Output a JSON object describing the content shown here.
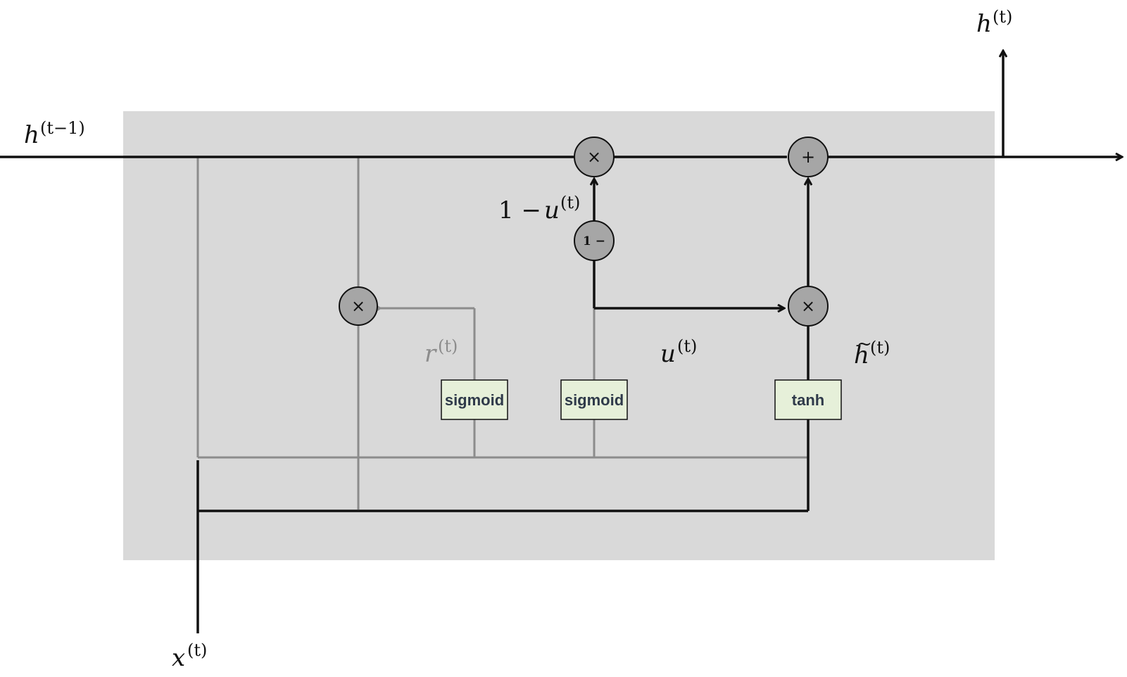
{
  "diagram": {
    "labels": {
      "h_prev_base": "h",
      "h_prev_sup": "(t−1)",
      "h_out_base": "h",
      "h_out_sup": "(t)",
      "x_in_base": "x",
      "x_in_sup": "(t)",
      "one_minus_u_prefix": "1 − ",
      "one_minus_u_base": "u",
      "one_minus_u_sup": "(t)",
      "r_base": "r",
      "r_sup": "(t)",
      "u_base": "u",
      "u_sup": "(t)",
      "htilde_base": "h",
      "htilde_tilde": "~",
      "htilde_sup": "(t)"
    },
    "boxes": {
      "reset_gate": "sigmoid",
      "update_gate": "sigmoid",
      "candidate": "tanh"
    },
    "ops": {
      "reset_mult": "×",
      "top_mult": "×",
      "update_mult": "×",
      "add": "+",
      "one_minus": "1 −"
    },
    "colors": {
      "cell_background": "#d9d9d9",
      "main_line": "#111111",
      "gate_line": "#8c8c8c",
      "node_fill": "#a6a6a6",
      "box_fill": "#e6f0d9",
      "box_text": "#2f3a4a"
    }
  }
}
